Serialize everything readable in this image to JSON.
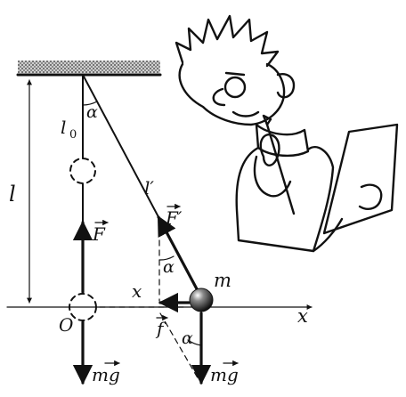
{
  "labels": {
    "l0": "l",
    "l0_sub": "0",
    "l": "l",
    "l_prime": "l′",
    "alpha_top": "α",
    "alpha_mid": "α",
    "alpha_bottom": "α",
    "F": "F",
    "F_prime": "F′",
    "m": "m",
    "x_dist": "x",
    "x_axis": "x",
    "O": "O",
    "f": "f",
    "mg_left": "mg",
    "mg_right": "mg"
  }
}
